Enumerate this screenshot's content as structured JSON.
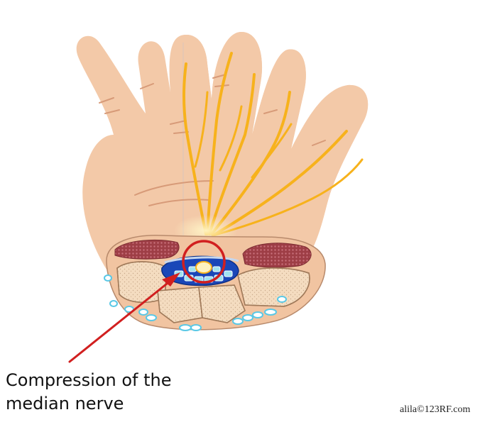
{
  "annotation": {
    "line1": "Compression of the",
    "line2": "median nerve"
  },
  "credit": "alila©123RF.com",
  "colors": {
    "skin": "#f3c9a8",
    "skin_dark": "#e8b18c",
    "shadow_gray": "#b8b5b6",
    "nerve": "#f7b21c",
    "muscle": "#a8444c",
    "bone": "#f4dcc0",
    "canal_blue": "#1a47b8",
    "tendon_cyan": "#9fe3f0",
    "arrow": "#d11f1f",
    "highlight_circle": "#d11f1f"
  }
}
